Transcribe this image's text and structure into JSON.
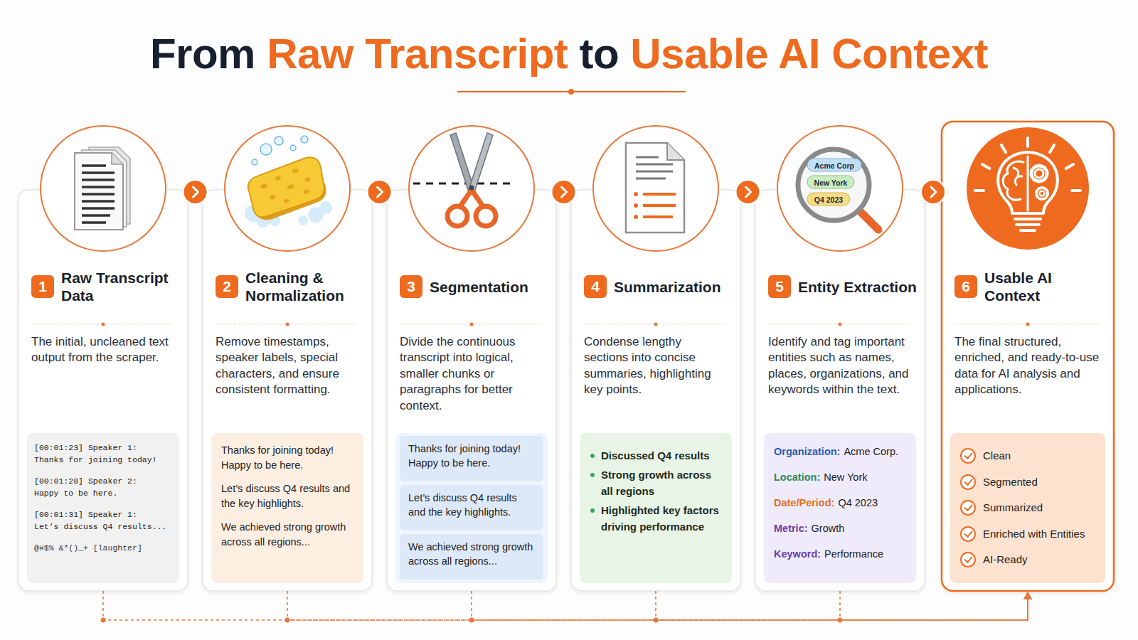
{
  "diagram": {
    "title": "From Raw Transcript to Usable AI Context",
    "nodes": [
      {
        "text": [
          "Raw Transcript Data",
          "The initial, uncleaned text output from the scraper."
        ]
      },
      {
        "text": [
          "1"
        ],
        "in": 0
      },
      {
        "text": [
          "[00:01:23] Speaker 1:",
          "Thanks for joining today!",
          "[00:01:28] Speaker 2:",
          "Happy to be here.",
          "[00:01:31] Speaker 1:",
          "Let’s discuss Q4 results...",
          "@#$% &*()_+ [laughter]"
        ],
        "in": 0
      },
      {
        "text": [
          "Cleaning & Normalization",
          "Remove timestamps, speaker labels, special characters, and ensure consistent formatting."
        ]
      },
      {
        "text": [
          "2"
        ],
        "in": 3
      },
      {
        "text": [
          "Thanks for joining today!",
          "Happy to be here.",
          "Let’s discuss Q4 results and the key highlights.",
          "We achieved strong growth across all regions..."
        ],
        "in": 3
      },
      {
        "text": [
          "Segmentation",
          "Divide the continuous transcript into logical, smaller chunks or paragraphs for better context."
        ]
      },
      {
        "text": [
          "3"
        ],
        "in": 6
      },
      {
        "text": [
          "Thanks for joining today!",
          "Happy to be here."
        ],
        "in": 6
      },
      {
        "text": [
          "Let’s discuss Q4 results and the key highlights."
        ],
        "in": 6
      },
      {
        "text": [
          "We achieved strong growth across all regions..."
        ],
        "in": 6
      },
      {
        "text": [
          "Summarization",
          "Condense lengthy sections into concise summaries, highlighting key points."
        ]
      },
      {
        "text": [
          "4"
        ],
        "in": 11
      },
      {
        "text": [
          "Discussed Q4 results",
          "Strong growth across all regions",
          "Highlighted key factors driving performance"
        ],
        "in": 11
      },
      {
        "text": [
          "Entity Extraction",
          "Identify and tag important entities such as names, places, organizations, and keywords within the text."
        ]
      },
      {
        "text": [
          "5"
        ],
        "in": 14
      },
      {
        "text": [
          "Organization:",
          "Acme Corp.",
          "Location:",
          "New York",
          "Date/Period:",
          "Q4 2023",
          "Metric:",
          "Growth",
          "Keyword:",
          "Performance"
        ],
        "in": 14
      },
      {
        "text": [
          "Usable AI Context",
          "The final structured, enriched, and ready-to-use data for AI analysis and applications."
        ]
      },
      {
        "text": [
          "6"
        ],
        "in": 17
      },
      {
        "text": [
          "Clean",
          "Segmented",
          "Summarized",
          "Enriched with Entities",
          "AI-Ready"
        ],
        "in": 17
      }
    ],
    "edges": [
      {
        "from": 0,
        "to": 3,
        "arrow": "to"
      },
      {
        "from": 3,
        "to": 6,
        "arrow": "to"
      },
      {
        "from": 6,
        "to": 11,
        "arrow": "to"
      },
      {
        "from": 11,
        "to": 14,
        "arrow": "to"
      },
      {
        "from": 14,
        "to": 17,
        "arrow": "to"
      },
      {
        "from": 0,
        "to": 17,
        "arrow": "to"
      },
      {
        "from": 3,
        "to": 17,
        "arrow": "to"
      },
      {
        "from": 6,
        "to": 17,
        "arrow": "to"
      },
      {
        "from": 11,
        "to": 17,
        "arrow": "to"
      },
      {
        "from": 14,
        "to": 17,
        "arrow": "to"
      }
    ],
    "labels": [
      "Acme Corp",
      "New York",
      "Q4 2023"
    ]
  }
}
